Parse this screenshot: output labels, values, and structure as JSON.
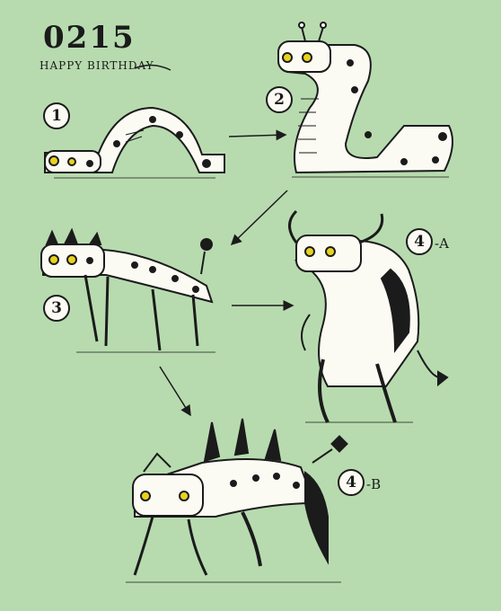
{
  "header": {
    "title": "0215",
    "subtitle": "HAPPY BIRTHDAY"
  },
  "stages": [
    {
      "number": "1",
      "suffix": ""
    },
    {
      "number": "2",
      "suffix": ""
    },
    {
      "number": "3",
      "suffix": ""
    },
    {
      "number": "4",
      "suffix": "-A"
    },
    {
      "number": "4",
      "suffix": "-B"
    }
  ],
  "colors": {
    "background": "#b7dbaf",
    "ink": "#1b1b1b",
    "body": "#fbfaf3",
    "eye": "#e8d21c"
  }
}
